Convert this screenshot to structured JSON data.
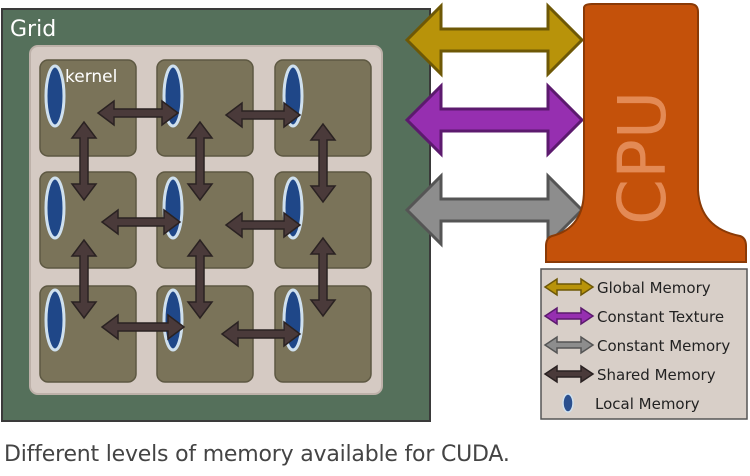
{
  "grid": {
    "label": "Grid"
  },
  "kernel_label": "kernel",
  "cpu": {
    "label": "CPU"
  },
  "legend": {
    "items": [
      {
        "key": "global",
        "label": "Global Memory",
        "color": "#b8930a"
      },
      {
        "key": "constant-texture",
        "label": "Constant Texture",
        "color": "#962fb0"
      },
      {
        "key": "constant",
        "label": "Constant Memory",
        "color": "#8d8d8d"
      },
      {
        "key": "shared",
        "label": "Shared Memory",
        "color": "#4a3a3a"
      },
      {
        "key": "local",
        "label": "Local Memory",
        "color": "#2a4f8e"
      }
    ]
  },
  "caption": "Different levels of memory available for CUDA.",
  "colors": {
    "grid_bg": "#55705b",
    "grid_inner": "#d5cac3",
    "block": "#7a7359",
    "cpu": "#c4510a",
    "local": "#1f4788",
    "shared": "#4a3a3a"
  }
}
